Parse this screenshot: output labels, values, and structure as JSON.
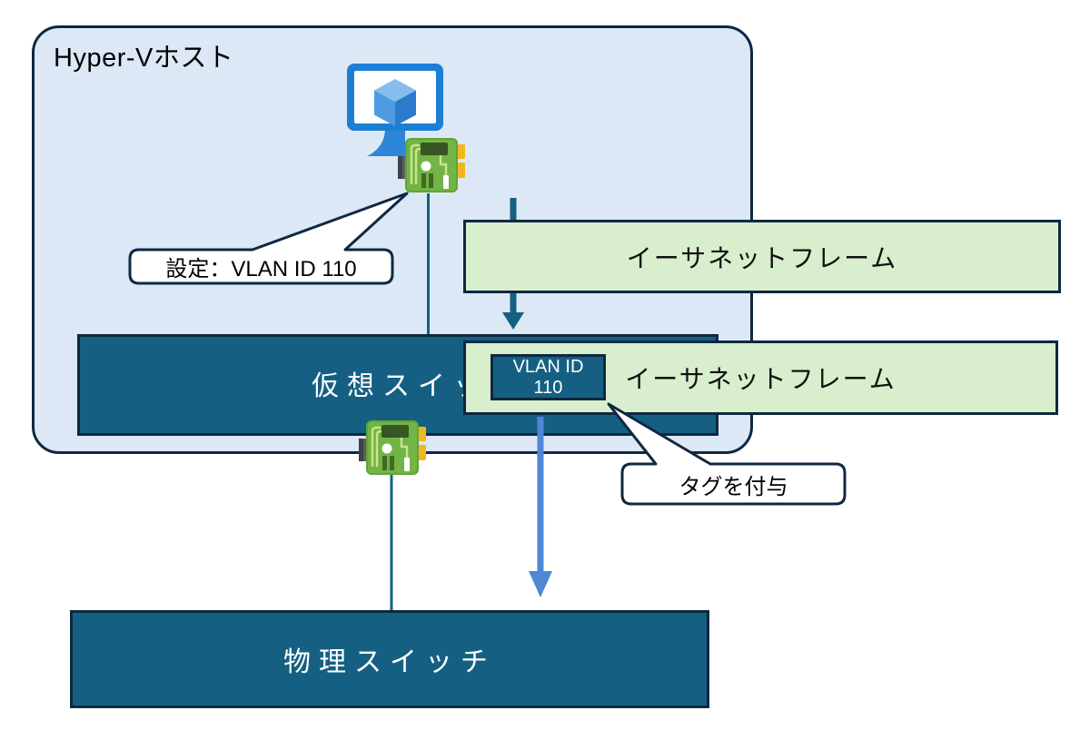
{
  "diagram": {
    "host": {
      "label": "Hyper-Vホスト"
    },
    "vm": {
      "icon": "vm-monitor-cube-icon"
    },
    "virtual_nic": {
      "icon": "network-adapter-icon"
    },
    "physical_nic": {
      "icon": "network-adapter-icon"
    },
    "callout_vlan_setting": {
      "label": "設定：VLAN ID 110"
    },
    "ethernet_frame_top": {
      "label": "イーサネットフレーム"
    },
    "virtual_switch": {
      "label": "仮想スイッチ"
    },
    "ethernet_frame_tagged": {
      "label": "イーサネットフレーム"
    },
    "vlan_tag": {
      "line1": "VLAN ID",
      "line2": "110"
    },
    "callout_tag": {
      "label": "タグを付与"
    },
    "physical_switch": {
      "label": "物理スイッチ"
    },
    "colors": {
      "teal_fill": "#156082",
      "outline_dark": "#0E2841",
      "green_fill": "#D9EECC",
      "host_fill": "#DCE8F5",
      "arrow_blue": "#4E87D5",
      "nic_green": "#72B445",
      "nic_chip_green": "#375623",
      "nic_tab_yellow": "#F2B71D",
      "monitor_blue": "#1B7FD6",
      "callout_fill": "#FFFFFF"
    }
  }
}
